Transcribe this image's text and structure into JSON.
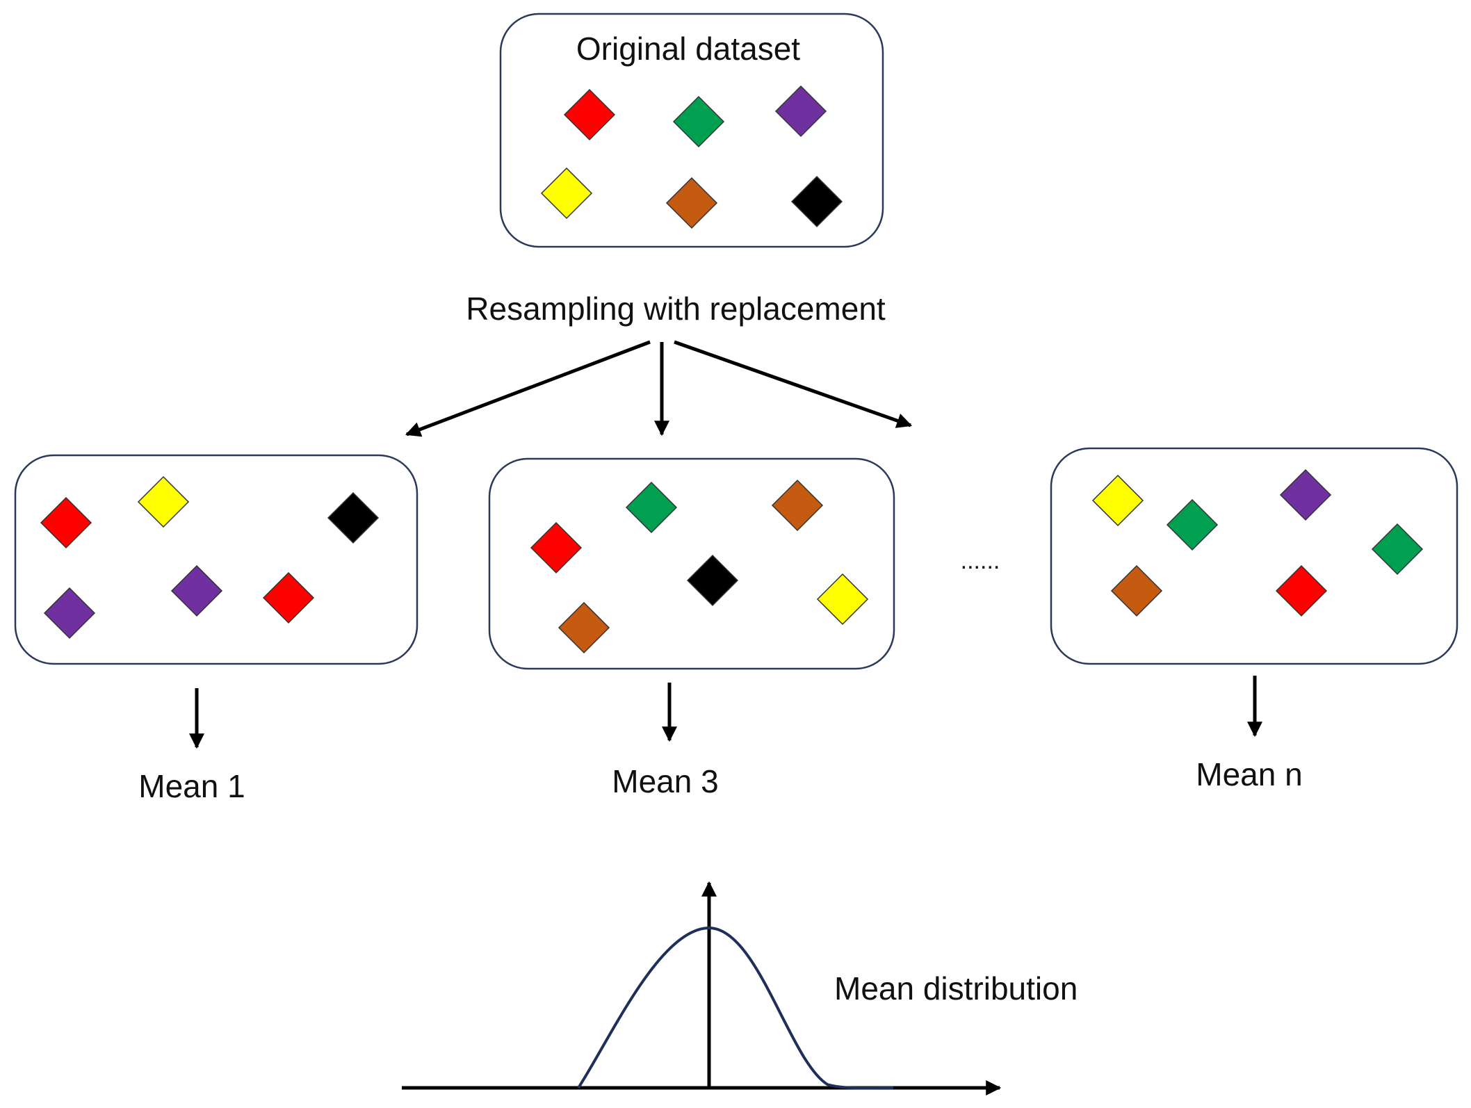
{
  "labels": {
    "original": "Original dataset",
    "resampling": "Resampling with replacement",
    "dots": "......",
    "mean1": "Mean 1",
    "mean3": "Mean 3",
    "meann": "Mean n",
    "distribution": "Mean distribution"
  },
  "colors": {
    "red": "#ff0000",
    "green": "#00a050",
    "purple": "#7030a0",
    "yellow": "#ffff00",
    "brown": "#c55a11",
    "black": "#000000"
  },
  "datasets": {
    "original": [
      "red",
      "green",
      "purple",
      "yellow",
      "brown",
      "black"
    ],
    "sample1": [
      "red",
      "yellow",
      "black",
      "purple",
      "purple",
      "red"
    ],
    "sample3": [
      "red",
      "green",
      "brown",
      "black",
      "yellow",
      "brown"
    ],
    "samplen": [
      "yellow",
      "green",
      "purple",
      "green",
      "brown",
      "red"
    ]
  }
}
